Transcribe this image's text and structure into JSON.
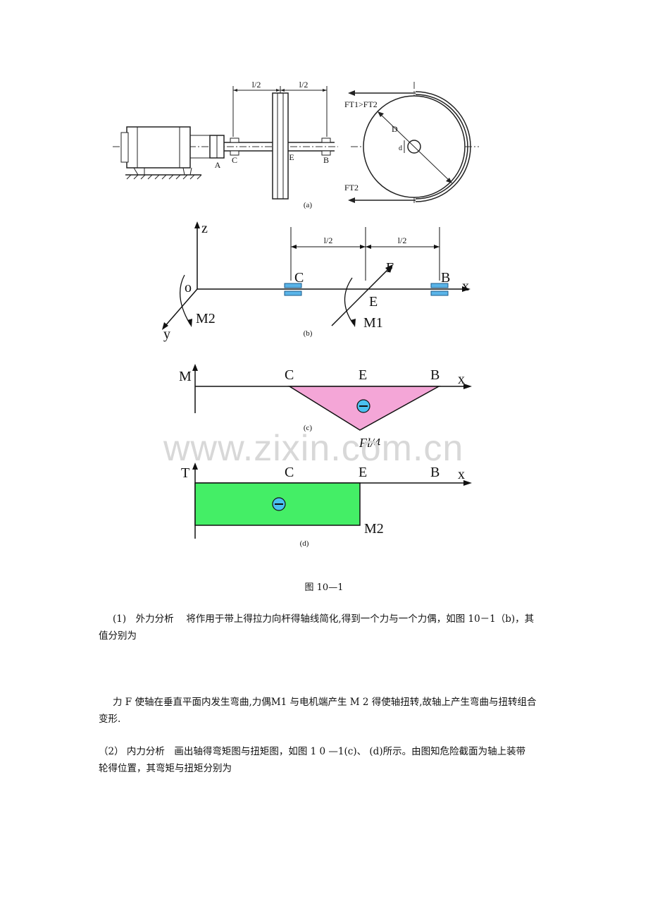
{
  "figure": {
    "a": {
      "caption": "(a)",
      "dim_left": "l/2",
      "dim_right": "l/2",
      "points": [
        "A",
        "C",
        "E",
        "B"
      ],
      "belt_tension_top": "FT1>FT2",
      "belt_tension_bottom": "FT2",
      "diameter_large": "D",
      "diameter_small": "d"
    },
    "b": {
      "caption": "(b)",
      "axis_z": "z",
      "axis_y": "y",
      "axis_x": "x",
      "origin": "o",
      "points": [
        "C",
        "E",
        "B"
      ],
      "force": "F",
      "moment1": "M1",
      "moment2": "M2",
      "dim_left": "l/2",
      "dim_right": "l/2"
    },
    "c": {
      "caption": "(c)",
      "axis_v": "M",
      "axis_x": "x",
      "points": [
        "C",
        "E",
        "B"
      ],
      "peak_label": "Fl/4",
      "sign": "−",
      "fill": "#f4a6d7"
    },
    "d": {
      "caption": "(d)",
      "axis_v": "T",
      "axis_x": "x",
      "points": [
        "C",
        "E",
        "B"
      ],
      "moment_label": "M2",
      "sign": "−",
      "fill": "#44ee66"
    },
    "caption": "图 10—1"
  },
  "watermark": "www.zixin.com.cn",
  "paragraphs": {
    "p1_line1": "(1)　外力分析　 将作用于带上得拉力向杆得轴线简化,得到一个力与一个力偶，如图 10－1（b)，其",
    "p1_line2": "值分别为",
    "p2_line1": "力 F 使轴在垂直平面内发生弯曲,力偶M1 与电机端产生 M 2 得使轴扭转,故轴上产生弯曲与扭转组合",
    "p2_line2": "变形.",
    "p3_line1": "（2） 内力分析　画出轴得弯矩图与扭矩图，如图 1 0 —1(c)、 (d)所示。由图知危险截面为轴上装带",
    "p3_line2": "轮得位置，其弯矩与扭矩分别为"
  }
}
